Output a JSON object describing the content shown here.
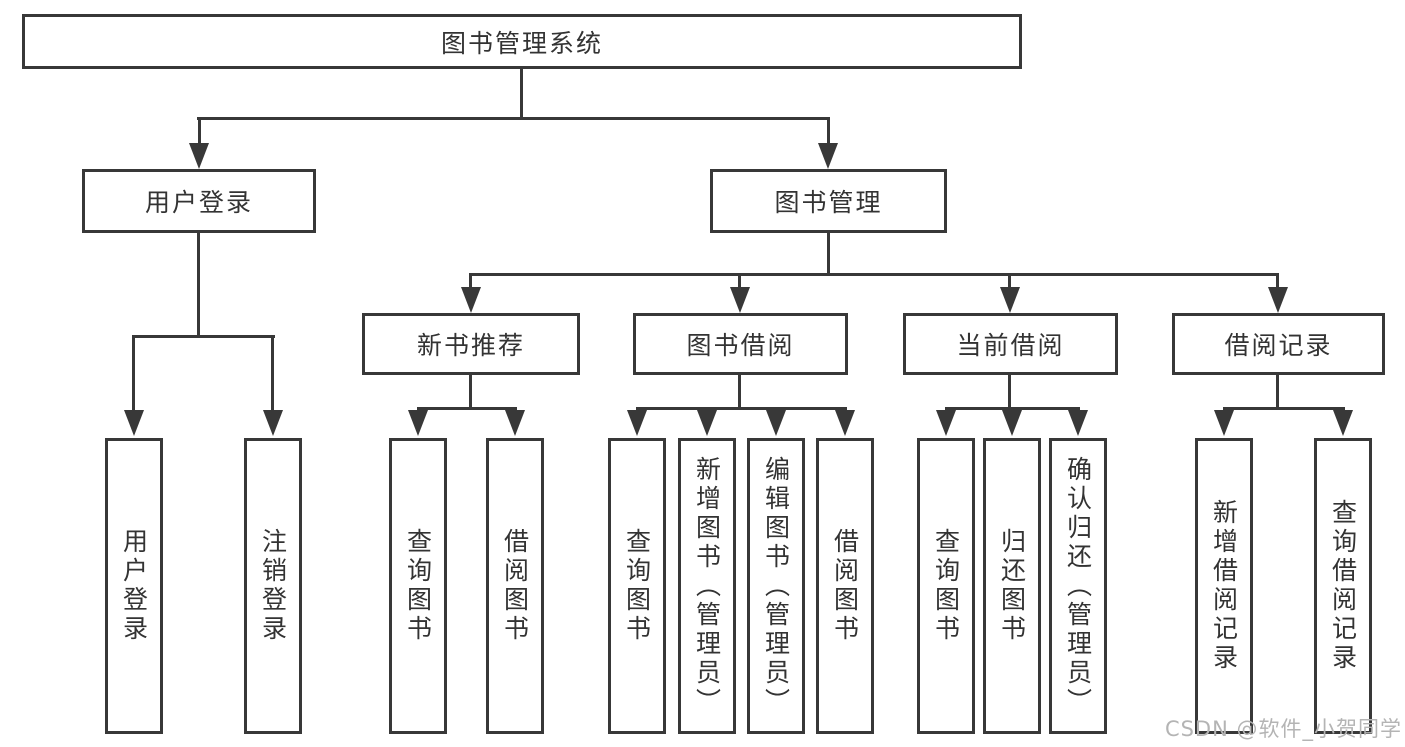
{
  "colors": {
    "line": "#383838",
    "text": "#333333",
    "box_background": "#ffffff",
    "page_background": "#ffffff",
    "watermark": "#b4b4b4"
  },
  "tree": {
    "root": {
      "label": "图书管理系统"
    },
    "level2": [
      {
        "label": "用户登录",
        "children": [
          {
            "label": "用户登录"
          },
          {
            "label": "注销登录"
          }
        ]
      },
      {
        "label": "图书管理",
        "children": [
          {
            "label": "新书推荐",
            "children": [
              {
                "label": "查询图书"
              },
              {
                "label": "借阅图书"
              }
            ]
          },
          {
            "label": "图书借阅",
            "children": [
              {
                "label": "查询图书"
              },
              {
                "label": "新增图书（管理员）"
              },
              {
                "label": "编辑图书（管理员）"
              },
              {
                "label": "借阅图书"
              }
            ]
          },
          {
            "label": "当前借阅",
            "children": [
              {
                "label": "查询图书"
              },
              {
                "label": "归还图书"
              },
              {
                "label": "确认归还（管理员）"
              }
            ]
          },
          {
            "label": "借阅记录",
            "children": [
              {
                "label": "新增借阅记录"
              },
              {
                "label": "查询借阅记录"
              }
            ]
          }
        ]
      }
    ]
  },
  "watermark": {
    "text": "CSDN @软件_小贺同学"
  }
}
